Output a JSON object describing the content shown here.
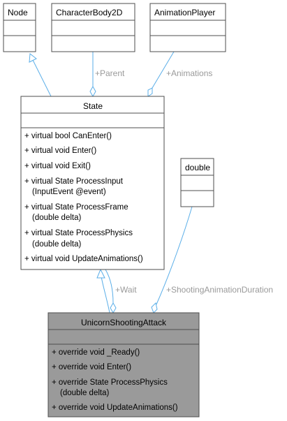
{
  "colors": {
    "edge": "#5aaee8",
    "box_border": "#4d4d4d",
    "highlight_fill": "#9a9a9a",
    "label": "#9a9a9a"
  },
  "classes": {
    "node": {
      "name": "Node"
    },
    "character_body_2d": {
      "name": "CharacterBody2D"
    },
    "animation_player": {
      "name": "AnimationPlayer"
    },
    "double": {
      "name": "double"
    },
    "state": {
      "name": "State",
      "members": [
        "+ virtual bool CanEnter()",
        "+ virtual void Enter()",
        "+ virtual void Exit()",
        "+ virtual State ProcessInput",
        "(InputEvent @event)",
        "+ virtual State ProcessFrame",
        "(double delta)",
        "+ virtual State ProcessPhysics",
        "(double delta)",
        "+ virtual void UpdateAnimations()"
      ]
    },
    "unicorn_shooting_attack": {
      "name": "UnicornShootingAttack",
      "members": [
        "+ override void _Ready()",
        "+ override void Enter()",
        "+ override State ProcessPhysics",
        "(double delta)",
        "+ override void UpdateAnimations()"
      ]
    }
  },
  "edges": {
    "parent": "+Parent",
    "animations": "+Animations",
    "wait": "+Wait",
    "shooting_animation_duration": "+ShootingAnimationDuration"
  }
}
